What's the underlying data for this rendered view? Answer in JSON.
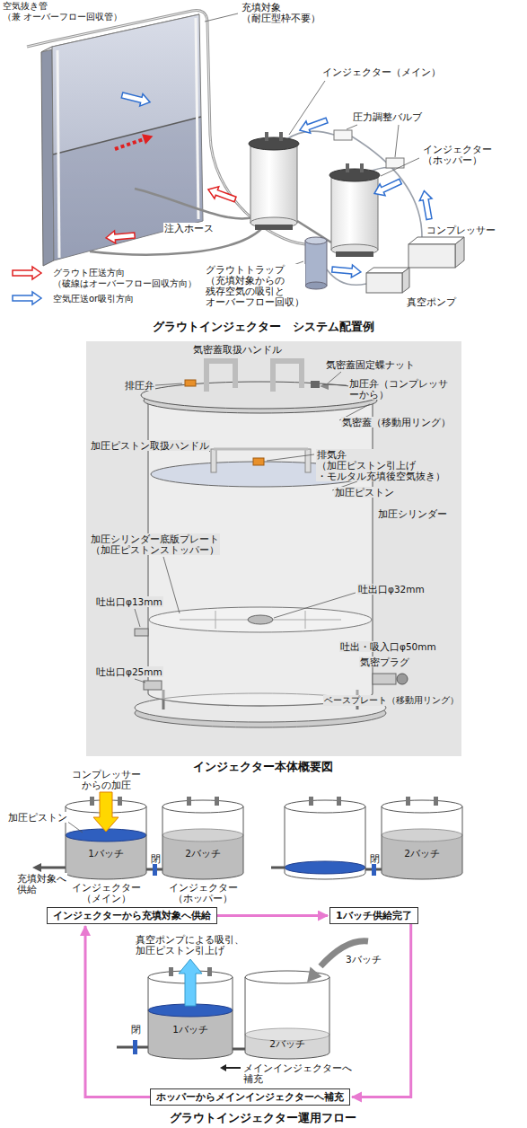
{
  "diagram": {
    "nodes": [
      {
        "text": [
          "インジェクターから充填対象へ供給"
        ]
      },
      {
        "text": [
          "1バッチ供給完了"
        ]
      },
      {
        "text": [
          "ホッパーからメインインジェクターへ補充"
        ]
      }
    ],
    "edges": [
      {
        "from": 0,
        "to": 1,
        "arrow": "to"
      },
      {
        "from": 1,
        "to": 2,
        "arrow": "to"
      },
      {
        "from": 2,
        "to": 0,
        "arrow": "to"
      }
    ],
    "labels": [
      "空気抜き管 （兼 オーバーフロー回収管）",
      "充填対象 （耐圧型枠不要）",
      "インジェクター（メイン）",
      "圧力調整バルブ",
      "インジェクター （ホッパー）",
      "注入ホース",
      "コンプレッサー",
      "グラウトトラップ （充填対象からの 残存空気の吸引と オーバーフロー回収）",
      "真空ポンプ",
      "グラウトインジェクター　システム配置例",
      "気密蓋取扱ハンドル",
      "気密蓋固定蝶ナット",
      "排圧弁",
      "加圧弁（コンプレッサーから）",
      "気密蓋（移動用リング）",
      "加圧ピストン取扱ハンドル",
      "排気弁 （加圧ピストン引上げ ・モルタル充填後空気抜き）",
      "加圧ピストン",
      "加圧シリンダー",
      "加圧シリンダー底版プレート （加圧ピストンストッパー）",
      "吐出口φ13mm",
      "吐出口φ32mm",
      "吐出・吸入口φ50mm",
      "気密プラグ",
      "吐出口φ25mm",
      "ベースプレート（移動用リング）",
      "インジェクター本体概要図",
      "コンプレッサー からの加圧",
      "加圧ピストン",
      "1バッチ",
      "2バッチ",
      "閉",
      "充填対象へ 供給",
      "インジェクター （メイン）",
      "インジェクター （ホッパー）",
      "閉",
      "2バッチ",
      "真空ポンプによる吸引、 加圧ピストン引上げ",
      "3バッチ",
      "閉",
      "1バッチ",
      "2バッチ",
      "メインインジェクターへ 補充",
      "グラウトインジェクター運用フロー"
    ],
    "legend": [
      {
        "text": "グラウト圧送方向 （破線はオーバーフロー回収方向）"
      },
      {
        "text": "空気圧送or吸引方向"
      }
    ]
  }
}
